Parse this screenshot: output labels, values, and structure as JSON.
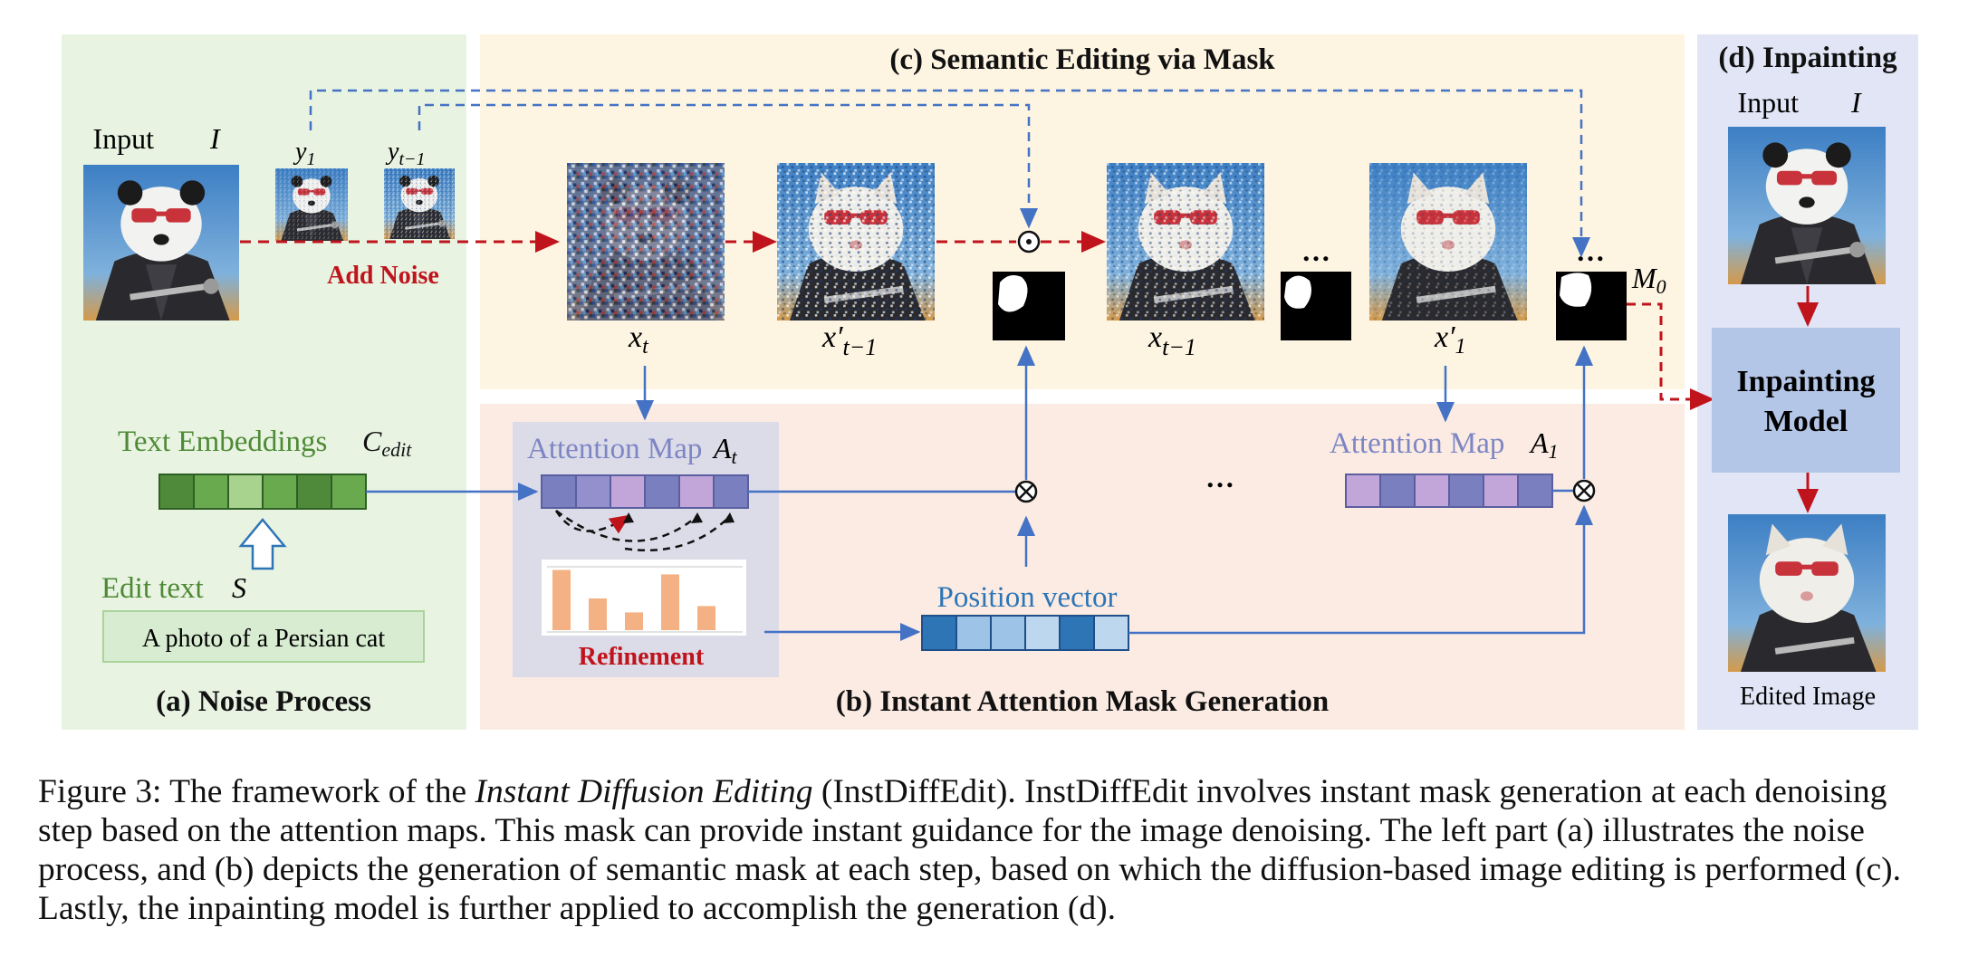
{
  "sections": {
    "noise_process": "(a) Noise Process",
    "mask_generation": "(b) Instant Attention Mask Generation",
    "semantic_editing": "(c) Semantic Editing via Mask",
    "inpainting": "(d) Inpainting"
  },
  "noise_panel": {
    "input_label": "Input",
    "input_symbol": "I",
    "y1_label": "y",
    "y1_sub": "1",
    "yt1_label": "y",
    "yt1_sub": "t−1",
    "add_noise": "Add Noise",
    "text_embeddings": "Text Embeddings",
    "c_edit": "C",
    "c_edit_sub": "edit",
    "edit_text": "Edit text",
    "edit_symbol": "S",
    "prompt": "A photo of a Persian cat"
  },
  "editing_panel": {
    "xt": "x",
    "xt_sub": "t",
    "xpt1": "x′",
    "xpt1_sub": "t−1",
    "xt1": "x",
    "xt1_sub": "t−1",
    "xp1": "x′",
    "xp1_sub": "1",
    "ellipsis": "…",
    "m0": "M",
    "m0_sub": "0"
  },
  "mask_panel": {
    "attention_map_t": "Attention Map",
    "a_t": "A",
    "a_t_sub": "t",
    "attention_map_1": "Attention Map",
    "a_1": "A",
    "a_1_sub": "1",
    "refinement": "Refinement",
    "position_vector": "Position vector",
    "ellipsis": "…"
  },
  "inpaint_panel": {
    "input_label": "Input",
    "input_symbol": "I",
    "model_line1": "Inpainting",
    "model_line2": "Model",
    "edited": "Edited Image"
  },
  "caption": {
    "prefix": "Figure 3: The framework of the ",
    "italic": "Instant Diffusion Editing",
    "rest": " (InstDiffEdit). InstDiffEdit involves instant mask generation at each denoising step based on the attention maps. This mask can provide instant guidance for the image denoising. The left part (a) illustrates the noise process, and (b) depicts the generation of semantic mask at each step, based on which the diffusion-based image editing is performed (c). Lastly, the inpainting model is further applied to accomplish the generation (d)."
  },
  "colors": {
    "noise_bg": "#e8f3e2",
    "editing_bg": "#fdf4e1",
    "mask_bg": "#fbebe3",
    "inpaint_bg": "#e1e5f5",
    "red_arrow": "#c0141c",
    "blue_arrow": "#4472c4",
    "green_text": "#4e8a35",
    "purple_text": "#7d86c4",
    "refinement_red": "#c0141c",
    "position_blue": "#2e75b6"
  },
  "refinement_bars": [
    0.95,
    0.5,
    0.28,
    0.88,
    0.38
  ]
}
